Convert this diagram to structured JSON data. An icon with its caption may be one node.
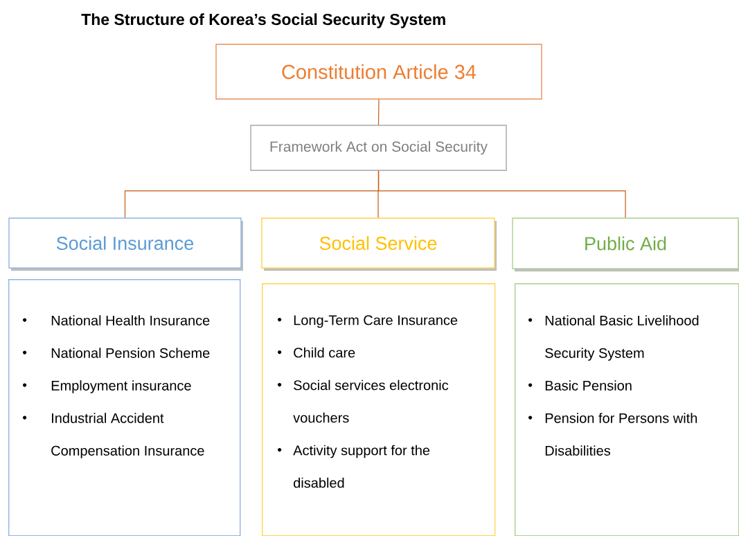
{
  "diagram": {
    "title": "The Structure of Korea’s Social Security System",
    "nodes": [
      {
        "text": [
          "Constitution Article 34"
        ]
      },
      {
        "text": [
          "Framework Act on Social Security"
        ]
      },
      {
        "text": [
          "Social Insurance"
        ]
      },
      {
        "text": [
          "Social Service"
        ]
      },
      {
        "text": [
          "Public Aid"
        ]
      },
      {
        "text": [
          "National Health Insurance",
          "National Pension Scheme",
          "Employment insurance",
          "Industrial Accident Compensation Insurance"
        ]
      },
      {
        "text": [
          "Long-Term Care Insurance",
          "Child care",
          "Social services electronic vouchers",
          "Activity support for the disabled"
        ]
      },
      {
        "text": [
          "National Basic Livelihood Security System",
          "Basic Pension",
          "Pension for Persons with Disabilities"
        ]
      }
    ],
    "edges": [
      {
        "from": 0,
        "to": 1,
        "arrow": "none"
      },
      {
        "from": 1,
        "to": 2,
        "arrow": "none"
      },
      {
        "from": 1,
        "to": 3,
        "arrow": "none"
      },
      {
        "from": 1,
        "to": 4,
        "arrow": "none"
      }
    ]
  }
}
